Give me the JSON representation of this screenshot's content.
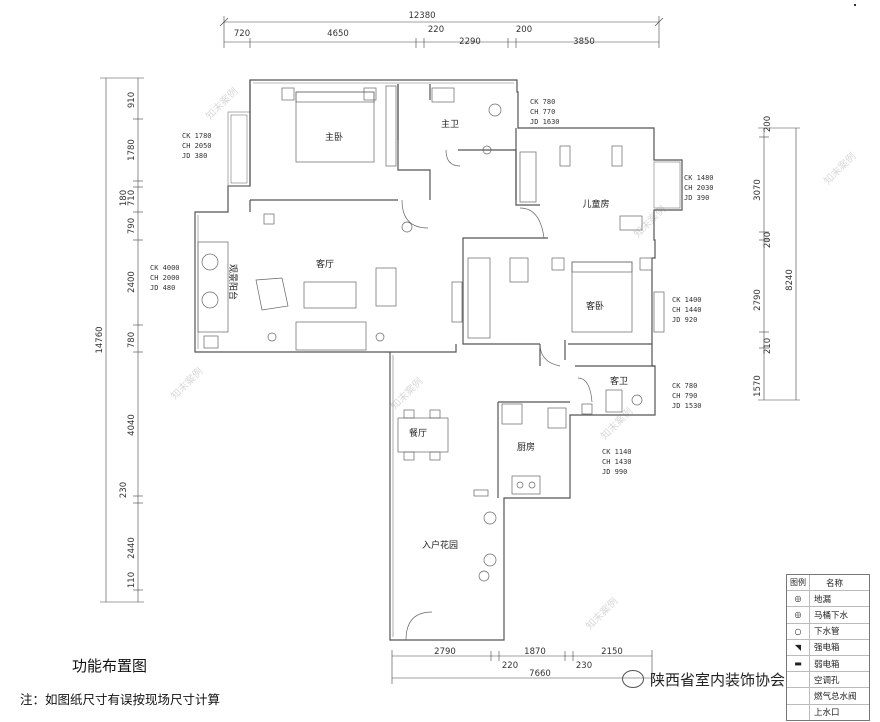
{
  "dimensions": {
    "top_total": "12380",
    "top_segments": [
      "720",
      "4650",
      "220",
      "2290",
      "200",
      "3850"
    ],
    "left_total": "14760",
    "left_segments": [
      "910",
      "1780",
      "180",
      "710",
      "790",
      "2400",
      "780",
      "4040",
      "230",
      "2440",
      "110"
    ],
    "right_total": "8240",
    "right_segments": [
      "200",
      "3070",
      "200",
      "2790",
      "210",
      "1570"
    ],
    "bottom_total": "7660",
    "bottom_segments": [
      "2790",
      "220",
      "1870",
      "230",
      "2150"
    ]
  },
  "rooms": {
    "master_bedroom": "主卧",
    "master_bath": "主卫",
    "kids_room": "儿童房",
    "living_room": "客厅",
    "guest_bedroom": "客卧",
    "guest_bath": "客卫",
    "dining": "餐厅",
    "kitchen": "厨房",
    "entry_garden": "入户花园",
    "balcony": "观景阳台"
  },
  "window_specs": {
    "master_bedroom": [
      "CK 1780",
      "CH 2050",
      "JD  380"
    ],
    "master_bath": [
      "CK  780",
      "CH  770",
      "JD 1630"
    ],
    "kids_room": [
      "CK 1480",
      "CH 2030",
      "JD  390"
    ],
    "living_room": [
      "CK 4000",
      "CH 2000",
      "JD  480"
    ],
    "guest_bedroom": [
      "CK 1400",
      "CH 1440",
      "JD  920"
    ],
    "guest_bath": [
      "CK  780",
      "CH  790",
      "JD 1530"
    ],
    "kitchen": [
      "CK 1140",
      "CH 1430",
      "JD  990"
    ]
  },
  "legend": {
    "header_symbol": "图例",
    "header_name": "名称",
    "items": [
      {
        "symbol": "◎",
        "name": "地漏"
      },
      {
        "symbol": "◎",
        "name": "马桶下水"
      },
      {
        "symbol": "○",
        "name": "下水管"
      },
      {
        "symbol": "◥",
        "name": "强电箱"
      },
      {
        "symbol": "▬",
        "name": "弱电箱"
      },
      {
        "symbol": "",
        "name": "空调孔"
      },
      {
        "symbol": "",
        "name": "燃气总水阀"
      },
      {
        "symbol": "",
        "name": "上水口"
      }
    ]
  },
  "title": "功能布置图",
  "note": "注：如图纸尺寸有误按现场尺寸计算",
  "brand": "陕西省室内装饰协会",
  "watermark": "知末案例"
}
